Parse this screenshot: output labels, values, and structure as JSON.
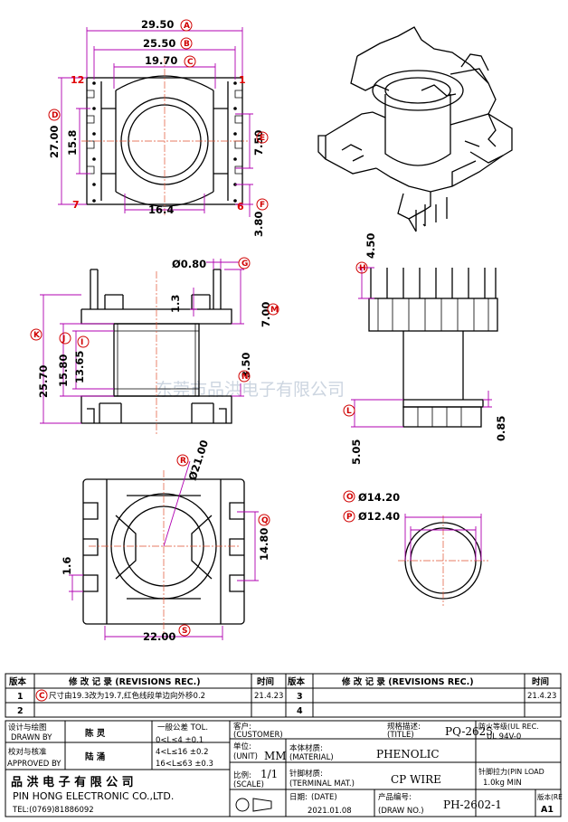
{
  "dims": {
    "d295": "29.50",
    "d255": "25.50",
    "d197": "19.70",
    "d270": "27.00",
    "d158": "15.8",
    "d750": "7.50",
    "d164": "16.4",
    "d380": "3.80",
    "d080": "Ø0.80",
    "d13": "1.3",
    "d700": "7.00",
    "d2570": "25.70",
    "d1580": "15.80",
    "d1365": "13.65",
    "d350": "3.50",
    "d450": "4.50",
    "d505": "5.05",
    "d085": "0.85",
    "d2100": "Ø21.00",
    "d1480": "14.80",
    "d16": "1.6",
    "d2200": "22.00",
    "d1420": "Ø14.20",
    "d1240": "Ø12.40"
  },
  "letters": {
    "A": "A",
    "B": "B",
    "C": "C",
    "D": "D",
    "E": "E",
    "F": "F",
    "G": "G",
    "H": "H",
    "I": "I",
    "J": "J",
    "K": "K",
    "L": "L",
    "M": "M",
    "N": "N",
    "O": "O",
    "P": "P",
    "Q": "Q",
    "R": "R",
    "S": "S"
  },
  "pins": {
    "p12": "12",
    "p1": "1",
    "p7": "7",
    "p6": "6"
  },
  "watermark": "东莞市品洪电子有限公司",
  "revisions": {
    "h_ver": "版本",
    "h_rec": "修 改 记 录 (REVISIONS REC.)",
    "h_time": "时间",
    "rows": [
      {
        "no": "1",
        "mark": "C",
        "text": "尺寸由19.3改为19.7,红色线段单边向外移0.2",
        "time": "21.4.23"
      },
      {
        "no": "2",
        "text": "",
        "time": ""
      }
    ],
    "rows_right": [
      {
        "no": "3",
        "text": "",
        "time": "21.4.23"
      },
      {
        "no": "4",
        "text": "",
        "time": ""
      }
    ]
  },
  "title_block": {
    "drawn_label_cn": "设计与绘图",
    "drawn_label_en": "DRAWN BY",
    "drawn_by": "陈 灵",
    "appr_label_cn": "校对与核准",
    "appr_label_en": "APPROVED BY",
    "approved_by": "陆 涌",
    "tol_title": "一般公差 TOL.",
    "tol1": "0<L≤4   ±0.1",
    "tol2": "4<L≤16  ±0.2",
    "tol3": "16<L≤63 ±0.3",
    "company_cn": "品 洪 电 子 有 限 公 司",
    "company_en": "PIN HONG ELECTRONIC CO.,LTD.",
    "tel": "TEL:(0769)81886092",
    "customer_label": "客户:",
    "customer_label_en": "(CUSTOMER)",
    "unit_label": "单位:",
    "unit_label_en": "(UNIT)",
    "unit": "MM",
    "scale_label": "比例:",
    "scale_label_en": "(SCALE)",
    "scale": "1/1",
    "title_label": "规格描述:",
    "title_label_en": "(TITLE)",
    "title": "PQ-2625",
    "material_label": "本体材质:",
    "material_label_en": "(MATERIAL)",
    "material": "PHENOLIC",
    "terminal_label": "针脚材质:",
    "terminal_label_en": "(TERMINAL MAT.)",
    "terminal": "CP WIRE",
    "date_label": "日期:",
    "date_label_en": "(DATE)",
    "date": "2021.01.08",
    "drawno_label": "产品编号:",
    "drawno_label_en": "(DRAW NO.)",
    "drawno": "PH-2602-1",
    "fire_label": "防火等级(UL REC.",
    "fire": "UL 94V-0",
    "pin_label": "针脚拉力(PIN LOAD",
    "pin": "1.0kg MIN",
    "ver_label": "版本(RE",
    "ver": "A1"
  }
}
